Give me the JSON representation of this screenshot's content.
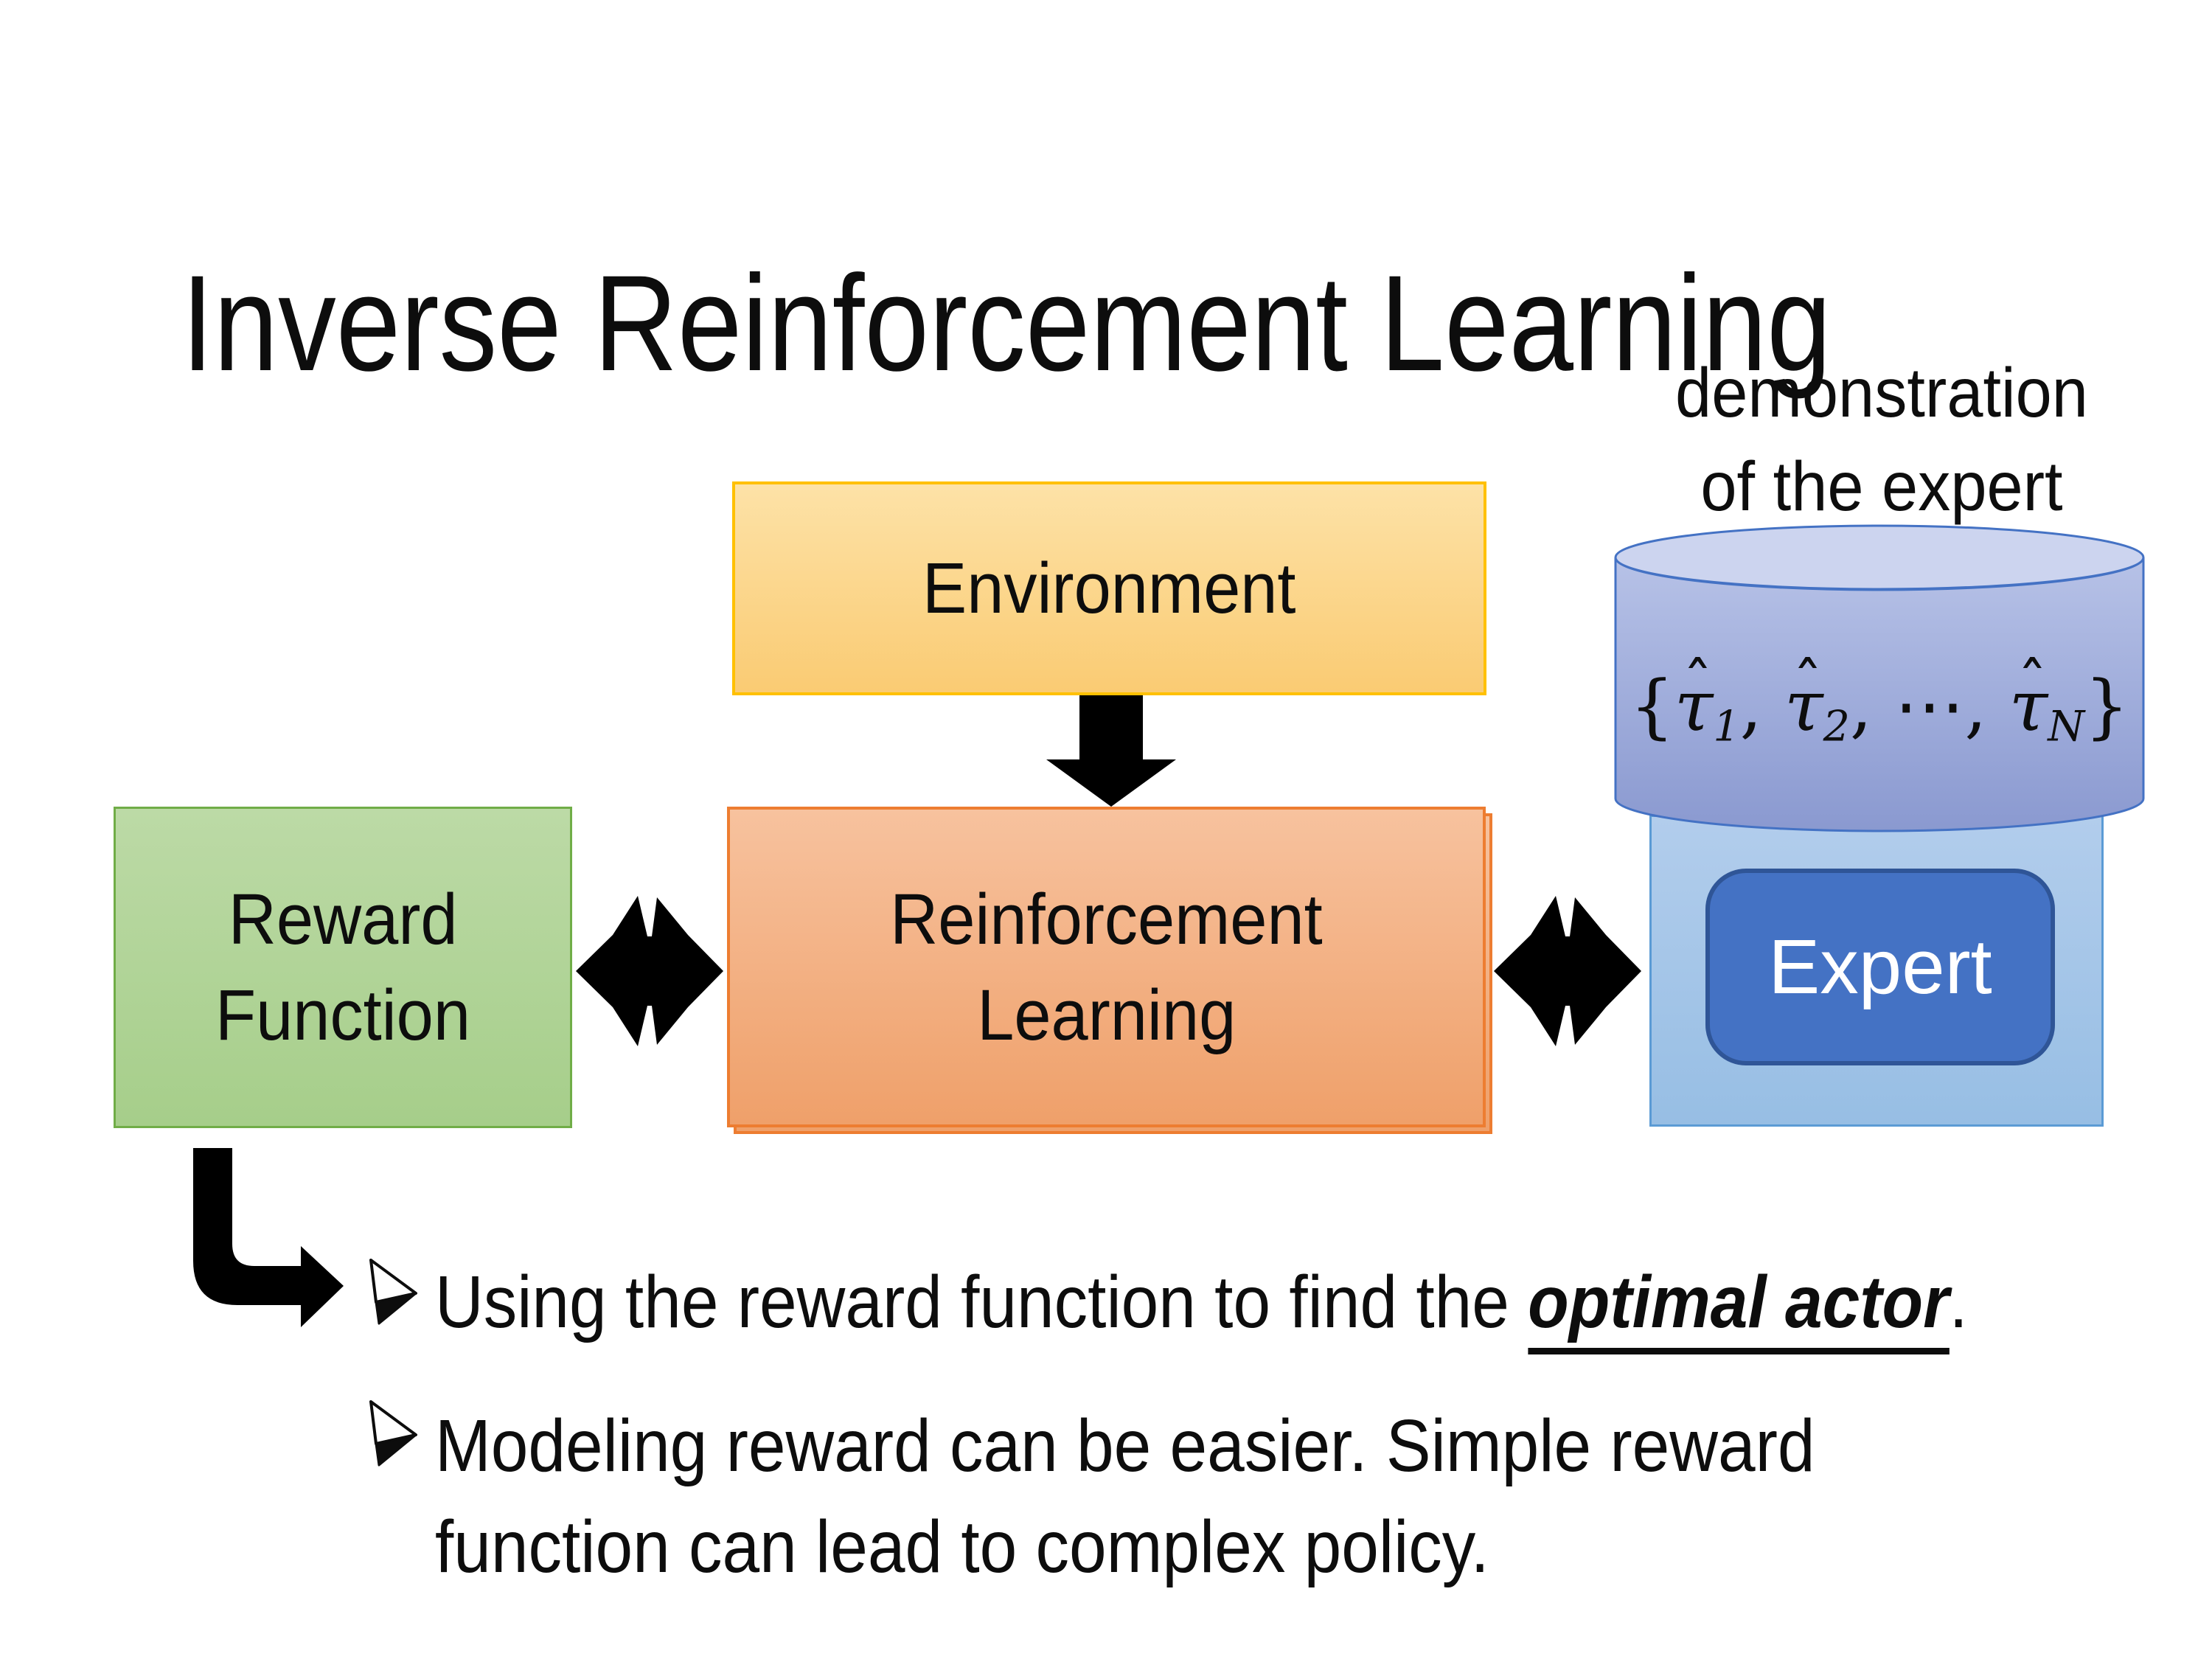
{
  "slide": {
    "title": "Inverse Reinforcement Learning"
  },
  "diagram": {
    "environment": {
      "label": "Environment"
    },
    "reward_function": {
      "lines": [
        "Reward",
        "Function"
      ]
    },
    "reinforcement_learning": {
      "lines": [
        "Reinforcement",
        "Learning"
      ]
    },
    "expert": {
      "label": "Expert"
    },
    "demonstration_caption": {
      "lines": [
        "demonstration",
        "of the expert"
      ]
    },
    "database": {
      "formula": {
        "open": "{",
        "hat": "ˆ",
        "tau": "τ",
        "sub1": "1",
        "sub2": "2",
        "subN": "N",
        "sep": ", ",
        "dots": "⋯",
        "close": "}"
      }
    }
  },
  "bullets": {
    "item1": {
      "prefix": "Using the reward function to find the ",
      "emphasis": "optimal actor",
      "suffix": "."
    },
    "item2": {
      "lines": [
        "Modeling reward can be easier. Simple reward",
        "function can lead to complex policy."
      ]
    }
  },
  "colors": {
    "text": "#0D0D0D",
    "arrow": "#000000",
    "environment_fill": "#FBD489",
    "environment_border": "#FFC000",
    "reward_fill": "#AFD395",
    "reward_border": "#70AD47",
    "rl_fill": "#F3B183",
    "rl_border": "#ED7D31",
    "expert_container_fill": "#A5C7E9",
    "expert_container_border": "#5B9BD5",
    "expert_fill": "#4472C4",
    "expert_border": "#2F5597",
    "database_fill": "#97A5D8",
    "database_top_fill": "#CCD4EF",
    "database_border": "#4472C4"
  }
}
